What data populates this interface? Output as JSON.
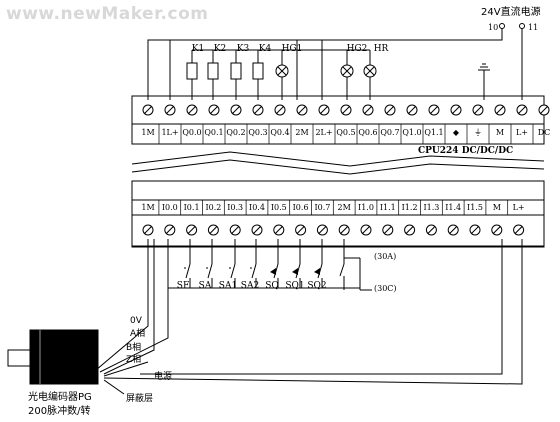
{
  "watermark": "www.newMaker.com",
  "power_supply": {
    "title": "24V直流电源",
    "terminal_a": "10",
    "terminal_b": "11"
  },
  "outputs": [
    "K1",
    "K2",
    "K3",
    "K4",
    "HG1",
    "HG2",
    "HR"
  ],
  "top_terminals": [
    "1M",
    "1L+",
    "Q0.0",
    "Q0.1",
    "Q0.2",
    "Q0.3",
    "Q0.4",
    "2M",
    "2L+",
    "Q0.5",
    "Q0.6",
    "Q0.7",
    "Q1.0",
    "Q1.1",
    "◆",
    "⏚",
    "M",
    "L+",
    "DC"
  ],
  "model": "CPU224 DC/DC/DC",
  "bottom_terminals": [
    "1M",
    "I0.0",
    "I0.1",
    "I0.2",
    "I0.3",
    "I0.4",
    "I0.5",
    "I0.6",
    "I0.7",
    "2M",
    "I1.0",
    "I1.1",
    "I1.2",
    "I1.3",
    "I1.4",
    "I1.5",
    "M",
    "L+"
  ],
  "inputs": [
    "SF",
    "SA",
    "SA1",
    "SA2",
    "SQ",
    "SQ1",
    "SQ2"
  ],
  "contacts": {
    "upper": "(30A)",
    "lower": "(30C)"
  },
  "encoder": {
    "wires": [
      "0V",
      "A相",
      "B相",
      "Z相",
      "电源"
    ],
    "shield": "屏蔽层",
    "name": "光电编码器PG",
    "spec": "200脉冲数/转"
  }
}
